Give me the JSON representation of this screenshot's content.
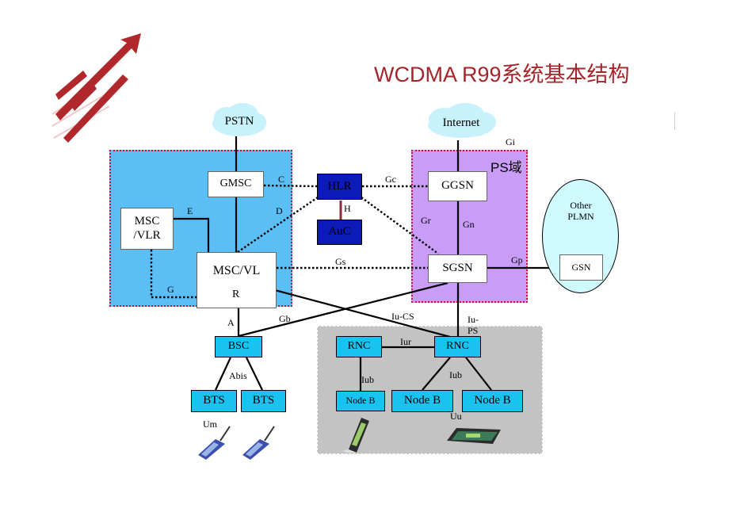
{
  "title": "WCDMA R99系统基本结构",
  "nodes": {
    "pstn": "PSTN",
    "internet": "Internet",
    "gmsc": "GMSC",
    "msc_vlr": "MSC\n/VLR",
    "msc_vl": "MSC/VL",
    "msc_vl_r": "R",
    "hlr": "HLR",
    "auc": "AuC",
    "ggsn": "GGSN",
    "sgsn": "SGSN",
    "other_plmn": "Other\nPLMN",
    "gsn": "GSN",
    "bsc": "BSC",
    "bts_1": "BTS",
    "bts_2": "BTS",
    "rnc_left": "RNC",
    "rnc_right": "RNC",
    "nodeb_1": "Node B",
    "nodeb_2": "Node B",
    "nodeb_3": "Node B"
  },
  "domain_labels": {
    "ps": "PS域"
  },
  "interfaces": {
    "gi": "Gi",
    "c": "C",
    "gc": "Gc",
    "e": "E",
    "d": "D",
    "h": "H",
    "gr": "Gr",
    "gn": "Gn",
    "gs": "Gs",
    "gp": "Gp",
    "g": "G",
    "a": "A",
    "gb": "Gb",
    "iu_cs": "Iu-CS",
    "iu": "Iu-",
    "ps": "PS",
    "iur": "Iur",
    "abis": "Abis",
    "iub_1": "Iub",
    "iub_2": "Iub",
    "um": "Um",
    "uu": "Uu"
  },
  "colors": {
    "title": "#a5262a",
    "cs_domain": "#5bbff5",
    "ps_domain": "#c89cf7",
    "ran": "#c3c3c3",
    "cloud": "#c8f2fb",
    "hlr": "#0c1bb8",
    "access_node": "#19c3f0",
    "logo": "#b0282c"
  }
}
